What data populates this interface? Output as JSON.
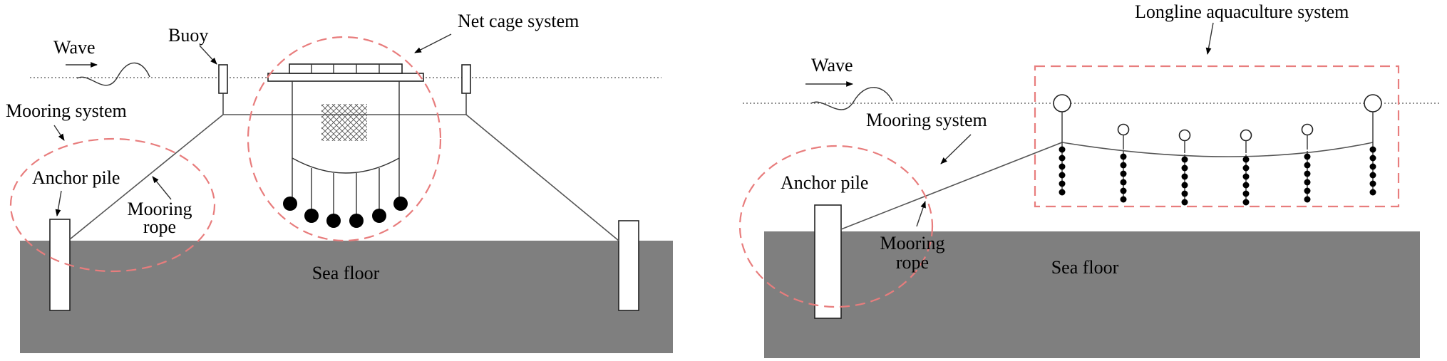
{
  "left_panel": {
    "wave_label": "Wave",
    "buoy_label": "Buoy",
    "net_cage_label": "Net cage system",
    "mooring_system_label": "Mooring system",
    "anchor_pile_label": "Anchor pile",
    "mooring_rope_line1": "Mooring",
    "mooring_rope_line2": "rope",
    "sea_floor_label": "Sea floor"
  },
  "right_panel": {
    "wave_label": "Wave",
    "longline_label": "Longline aquaculture system",
    "mooring_system_label": "Mooring system",
    "anchor_pile_label": "Anchor pile",
    "mooring_rope_line1": "Mooring",
    "mooring_rope_line2": "rope",
    "sea_floor_label": "Sea floor"
  },
  "colors": {
    "sea_floor": "#7f7f7f",
    "highlight_dash": "#e87d7d",
    "line": "#555555",
    "sinker": "#000000"
  }
}
